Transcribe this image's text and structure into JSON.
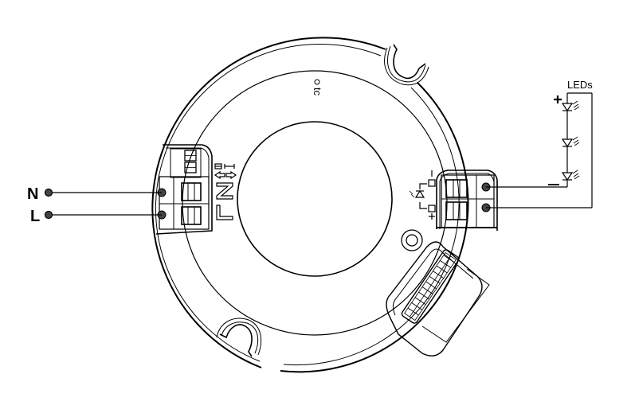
{
  "diagram": {
    "type": "wiring-diagram",
    "subject": "Round LED driver, top view with terminal blocks",
    "input_terminals": {
      "neutral_label": "N",
      "line_label": "L"
    },
    "marking_tc": "tc",
    "output": {
      "leds_label": "LEDs",
      "plus_label": "+",
      "minus_label": "−",
      "led_count": 3
    },
    "colors": {
      "stroke": "#000000",
      "background": "#ffffff"
    }
  }
}
